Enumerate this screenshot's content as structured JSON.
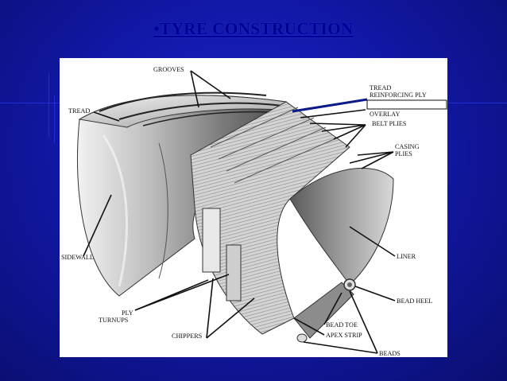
{
  "slide": {
    "title": "•TYRE CONSTRUCTION"
  },
  "diagram": {
    "labels": {
      "grooves": "GROOVES",
      "tread": "TREAD",
      "tread_reinforcing_1": "TREAD",
      "tread_reinforcing_2": "REINFORCING PLY",
      "overlay": "OVERLAY",
      "belt_plies": "BELT PLIES",
      "casing_1": "CASING",
      "casing_2": "PLIES",
      "sidewall": "SIDEWALL",
      "liner": "LINER",
      "bead_heel": "BEAD HEEL",
      "ply_1": "PLY",
      "ply_2": "TURNUPS",
      "chippers": "CHIPPERS",
      "bead_toe": "BEAD TOE",
      "apex_strip": "APEX STRIP",
      "beads": "BEADS"
    },
    "colors": {
      "highlight_line": "#0a1a8a",
      "rubber_light": "#e6e6e6",
      "rubber_dark": "#4a4a4a"
    }
  }
}
